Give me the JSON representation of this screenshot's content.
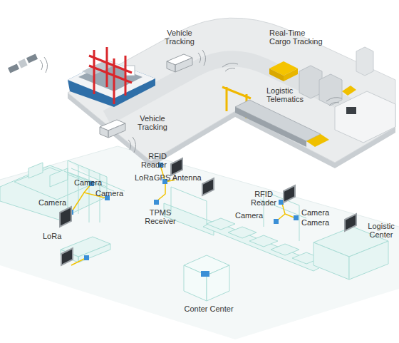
{
  "diagram": {
    "labels": [
      "Vehicle Tracking",
      "Real-Time Cargo Tracking",
      "Logistic Telematics",
      "Vehicle Tracking",
      "RFID Reader",
      "LoRa",
      "GPS Antenna",
      "Camera",
      "Camera",
      "Camera",
      "TPMS Receiver",
      "RFID Reader",
      "Camera",
      "Camera",
      "Camera",
      "Logistic Center",
      "LoRa",
      "Conter Center"
    ]
  }
}
